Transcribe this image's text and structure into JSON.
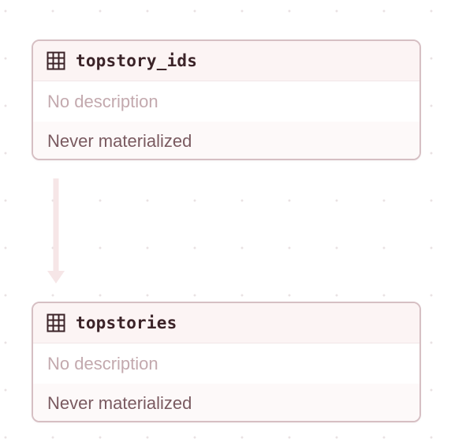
{
  "graph": {
    "nodes": [
      {
        "title": "topstory_ids",
        "description": "No description",
        "status": "Never materialized",
        "icon": "table-icon"
      },
      {
        "title": "topstories",
        "description": "No description",
        "status": "Never materialized",
        "icon": "table-icon"
      }
    ],
    "edges": [
      {
        "from": "topstory_ids",
        "to": "topstories"
      }
    ]
  },
  "colors": {
    "node_border": "#d6bfc3",
    "header_bg": "#fcf4f4",
    "title_text": "#3b2328",
    "description_text": "#c3a9ae",
    "status_text": "#7a5a60",
    "edge": "#f6e6e7"
  }
}
